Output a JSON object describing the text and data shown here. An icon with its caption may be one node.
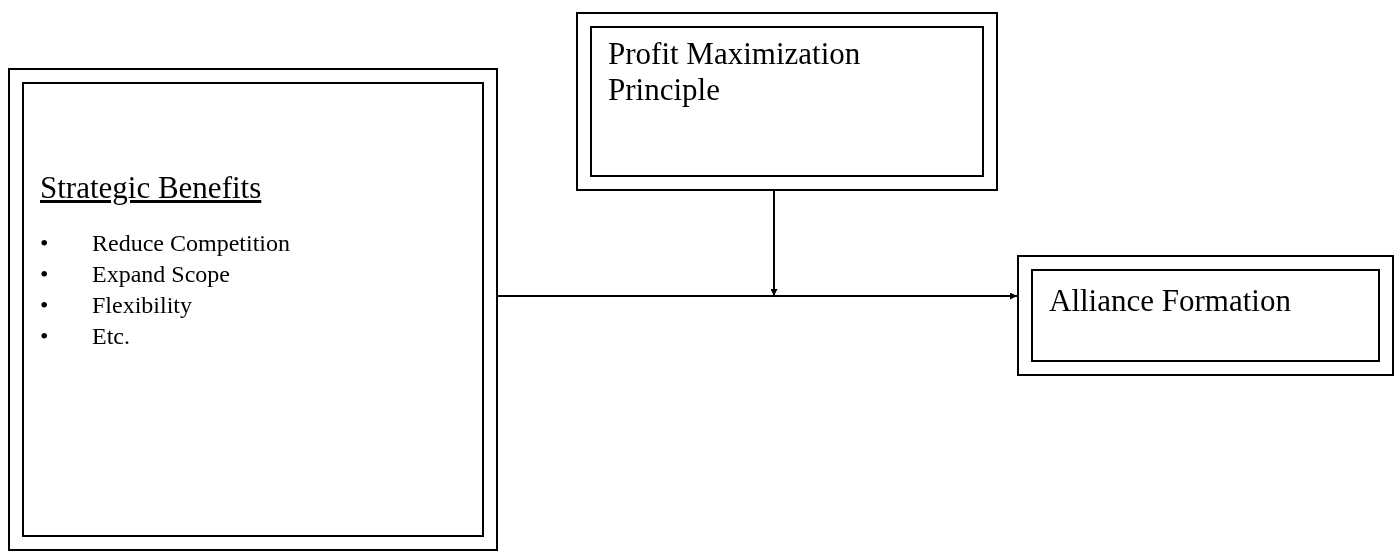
{
  "diagram": {
    "nodes": [
      {
        "text": [
          "Strategic Benefits",
          "•\tReduce Competition",
          "•\tExpand Scope",
          "•\tFlexibility",
          "•\tEtc."
        ]
      },
      {
        "text": [
          "Profit Maximization Principle"
        ]
      },
      {
        "text": [
          "Alliance Formation"
        ]
      }
    ],
    "edges": [
      {
        "from": 0,
        "to": 2,
        "arrow": "to"
      },
      {
        "from": 1,
        "to": null,
        "arrow": "to"
      }
    ]
  }
}
